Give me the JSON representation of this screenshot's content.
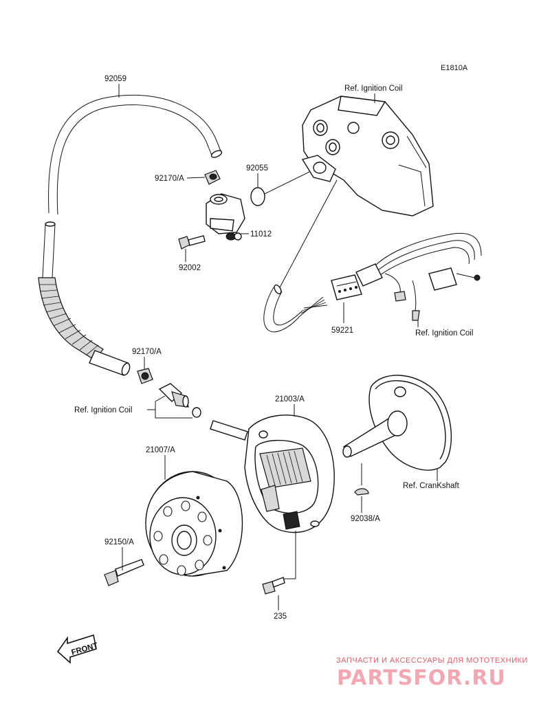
{
  "diagram_code": "E1810A",
  "parts": [
    {
      "id": "label-92059",
      "text": "92059"
    },
    {
      "id": "label-92170a-top",
      "text": "92170/A"
    },
    {
      "id": "label-92055",
      "text": "92055"
    },
    {
      "id": "label-11012",
      "text": "11012"
    },
    {
      "id": "label-92002",
      "text": "92002"
    },
    {
      "id": "label-59221",
      "text": "59221"
    },
    {
      "id": "label-92170a-mid",
      "text": "92170/A"
    },
    {
      "id": "label-21003a",
      "text": "21003/A"
    },
    {
      "id": "label-21007a",
      "text": "21007/A"
    },
    {
      "id": "label-92150a",
      "text": "92150/A"
    },
    {
      "id": "label-92038a",
      "text": "92038/A"
    },
    {
      "id": "label-235",
      "text": "235"
    }
  ],
  "refs": {
    "ignition_coil_top": "Ref. Ignition Coil",
    "ignition_coil_right": "Ref. Ignition Coil",
    "ignition_coil_left": "Ref. Ignition Coil",
    "crankshaft": "Ref. CranKshaft"
  },
  "front_marker": "FRONT",
  "watermark": {
    "tagline": "ЗАПЧАСТИ И АКСЕССУАРЫ ДЛЯ МОТОТЕХНИКИ",
    "brand": "PARTSFOR.RU"
  }
}
